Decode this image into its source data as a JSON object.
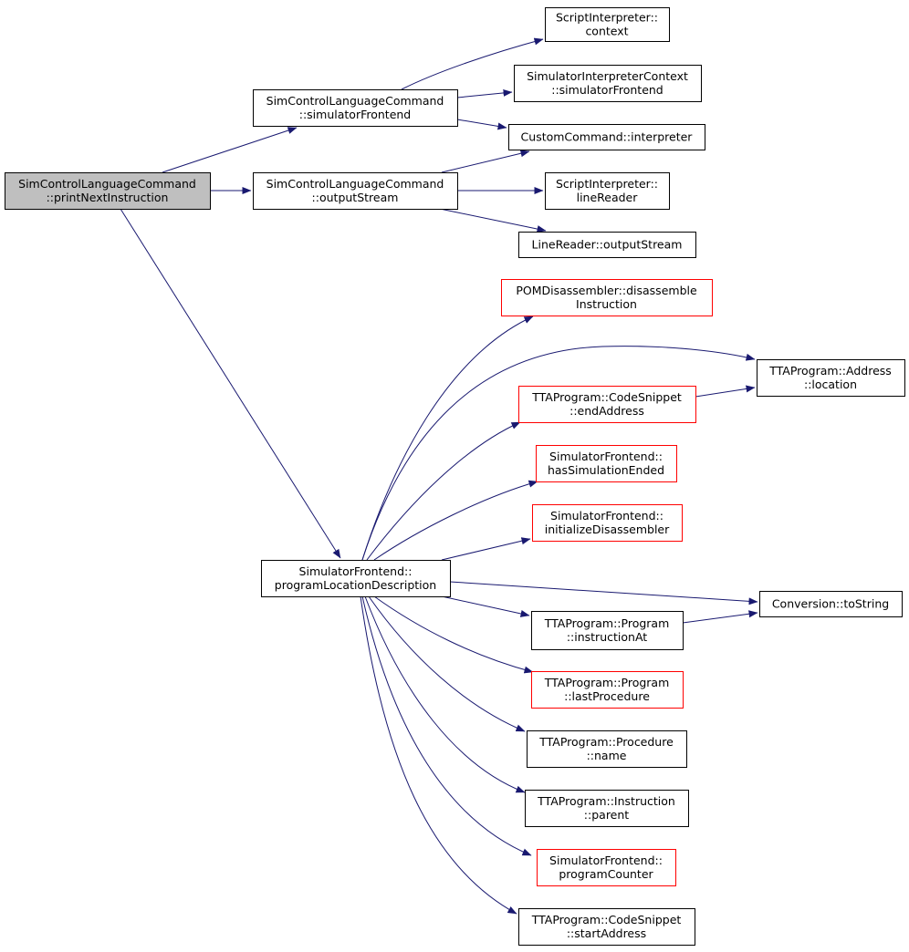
{
  "colors": {
    "edge": "#191970",
    "root_fill": "#bfbfbf",
    "normal_border": "#000000",
    "truncated_border": "#ff0000",
    "text": "#000000"
  },
  "nodes": {
    "n0": {
      "lines": [
        "SimControlLanguageCommand",
        "::printNextInstruction"
      ],
      "kind": "root"
    },
    "n1": {
      "lines": [
        "SimControlLanguageCommand",
        "::simulatorFrontend"
      ],
      "kind": "normal"
    },
    "n2": {
      "lines": [
        "SimControlLanguageCommand",
        "::outputStream"
      ],
      "kind": "normal"
    },
    "n3": {
      "lines": [
        "SimulatorFrontend::",
        "programLocationDescription"
      ],
      "kind": "normal"
    },
    "n4": {
      "lines": [
        "ScriptInterpreter::",
        "context"
      ],
      "kind": "normal"
    },
    "n5": {
      "lines": [
        "SimulatorInterpreterContext",
        "::simulatorFrontend"
      ],
      "kind": "normal"
    },
    "n6": {
      "lines": [
        "CustomCommand::interpreter"
      ],
      "kind": "normal"
    },
    "n7": {
      "lines": [
        "ScriptInterpreter::",
        "lineReader"
      ],
      "kind": "normal"
    },
    "n8": {
      "lines": [
        "LineReader::outputStream"
      ],
      "kind": "normal"
    },
    "n9": {
      "lines": [
        "POMDisassembler::disassemble",
        "Instruction"
      ],
      "kind": "truncated"
    },
    "n10": {
      "lines": [
        "TTAProgram::Address",
        "::location"
      ],
      "kind": "normal"
    },
    "n11": {
      "lines": [
        "TTAProgram::CodeSnippet",
        "::endAddress"
      ],
      "kind": "truncated"
    },
    "n12": {
      "lines": [
        "SimulatorFrontend::",
        "hasSimulationEnded"
      ],
      "kind": "truncated"
    },
    "n13": {
      "lines": [
        "SimulatorFrontend::",
        "initializeDisassembler"
      ],
      "kind": "truncated"
    },
    "n14": {
      "lines": [
        "Conversion::toString"
      ],
      "kind": "normal"
    },
    "n15": {
      "lines": [
        "TTAProgram::Program",
        "::instructionAt"
      ],
      "kind": "normal"
    },
    "n16": {
      "lines": [
        "TTAProgram::Program",
        "::lastProcedure"
      ],
      "kind": "truncated"
    },
    "n17": {
      "lines": [
        "TTAProgram::Procedure",
        "::name"
      ],
      "kind": "normal"
    },
    "n18": {
      "lines": [
        "TTAProgram::Instruction",
        "::parent"
      ],
      "kind": "normal"
    },
    "n19": {
      "lines": [
        "SimulatorFrontend::",
        "programCounter"
      ],
      "kind": "truncated"
    },
    "n20": {
      "lines": [
        "TTAProgram::CodeSnippet",
        "::startAddress"
      ],
      "kind": "normal"
    }
  },
  "edges": [
    {
      "from": "n0",
      "to": "n1"
    },
    {
      "from": "n0",
      "to": "n2"
    },
    {
      "from": "n0",
      "to": "n3"
    },
    {
      "from": "n1",
      "to": "n4"
    },
    {
      "from": "n1",
      "to": "n5"
    },
    {
      "from": "n1",
      "to": "n6"
    },
    {
      "from": "n2",
      "to": "n6"
    },
    {
      "from": "n2",
      "to": "n7"
    },
    {
      "from": "n2",
      "to": "n8"
    },
    {
      "from": "n3",
      "to": "n9"
    },
    {
      "from": "n3",
      "to": "n10"
    },
    {
      "from": "n3",
      "to": "n11"
    },
    {
      "from": "n3",
      "to": "n12"
    },
    {
      "from": "n3",
      "to": "n13"
    },
    {
      "from": "n3",
      "to": "n14"
    },
    {
      "from": "n3",
      "to": "n15"
    },
    {
      "from": "n3",
      "to": "n16"
    },
    {
      "from": "n3",
      "to": "n17"
    },
    {
      "from": "n3",
      "to": "n18"
    },
    {
      "from": "n3",
      "to": "n19"
    },
    {
      "from": "n3",
      "to": "n20"
    },
    {
      "from": "n11",
      "to": "n10"
    },
    {
      "from": "n15",
      "to": "n14"
    }
  ]
}
